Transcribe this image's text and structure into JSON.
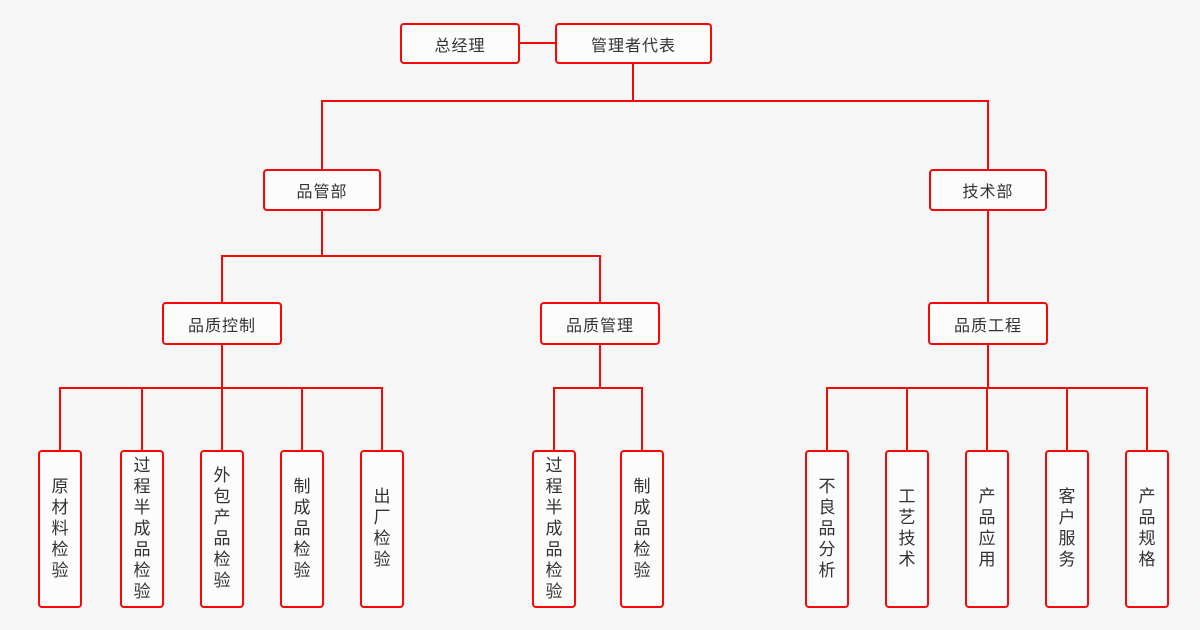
{
  "page": {
    "background_color": "#f6f6f6"
  },
  "style": {
    "line_color": "#f40808",
    "node_border_color": "#fa0606",
    "node_fill_color": "#fcfcfc",
    "text_color": "#333333"
  },
  "org": {
    "type": "org-tree",
    "top": {
      "general_manager": "总经理",
      "management_representative": "管理者代表"
    },
    "departments": {
      "quality_dept": "品管部",
      "technology_dept": "技术部"
    },
    "sections": {
      "quality_control": "品质控制",
      "quality_management": "品质管理",
      "quality_engineering": "品质工程"
    },
    "quality_control_children": [
      "原材料检验",
      "过程半成品检验",
      "外包产品检验",
      "制成品检验",
      "出厂检验"
    ],
    "quality_management_children": [
      "过程半成品检验",
      "制成品检验"
    ],
    "quality_engineering_children": [
      "不良品分析",
      "工艺技术",
      "产品应用",
      "客户服务",
      "产品规格"
    ]
  }
}
